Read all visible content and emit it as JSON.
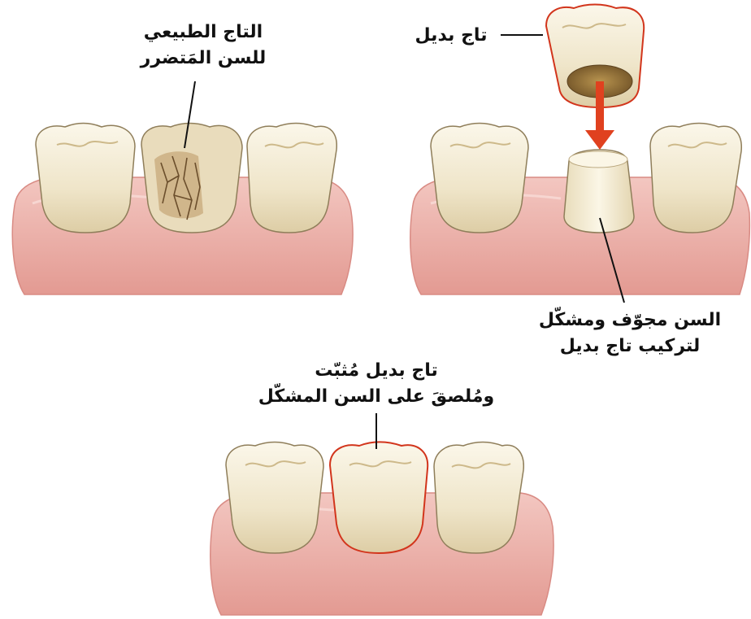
{
  "labels": {
    "damaged_crown": [
      "التاج الطبيعي",
      "للسن المَتضرر"
    ],
    "replacement_crown": [
      "تاج بديل"
    ],
    "prepared_tooth": [
      "السن مجوّف ومشكّل",
      "لتركيب تاج بديل"
    ],
    "cemented_crown": [
      "تاج بديل مُثبّت",
      "ومُلصقَ على السن المشكّل"
    ]
  },
  "colors": {
    "gum": "#eab1aa",
    "gum_shadow": "#d98b84",
    "tooth": "#f2ead2",
    "tooth_shadow": "#d9cba6",
    "crown_outline": "#d2351c",
    "arrow": "#e0411f",
    "damage": "#8a6b44",
    "leader_line": "#111111"
  }
}
